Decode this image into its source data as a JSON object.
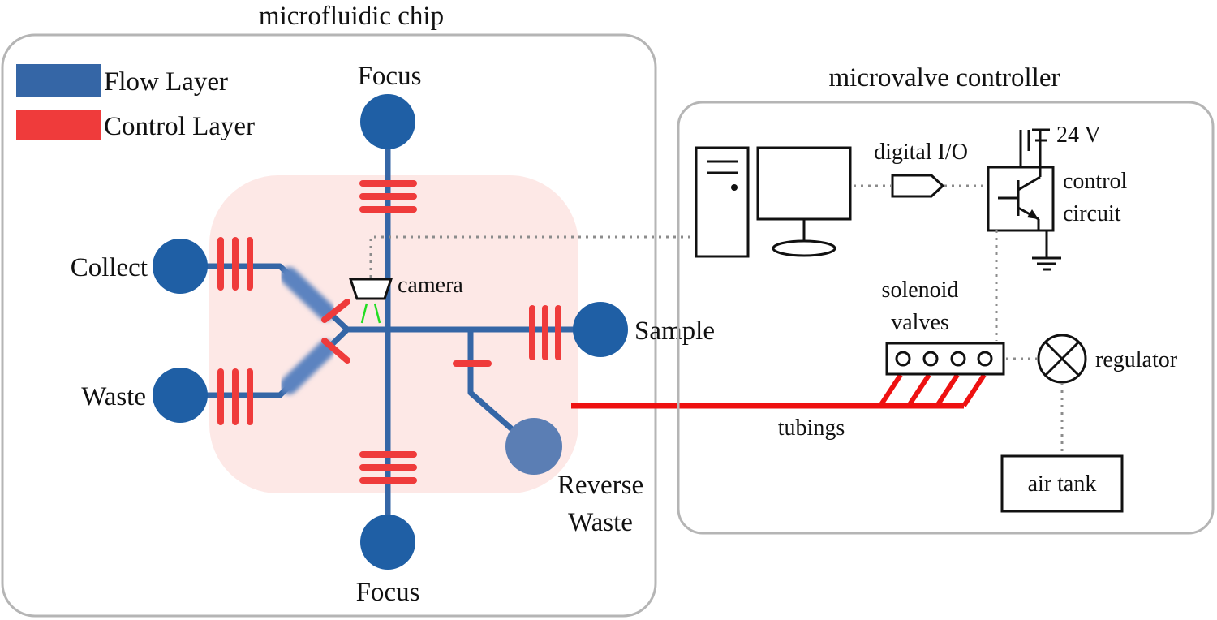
{
  "chip": {
    "title": "microfluidic chip",
    "legend": {
      "flow": "Flow Layer",
      "control": "Control Layer"
    },
    "ports": {
      "focus_top": "Focus",
      "focus_bottom": "Focus",
      "collect": "Collect",
      "waste": "Waste",
      "sample": "Sample",
      "reverse_waste_1": "Reverse",
      "reverse_waste_2": "Waste"
    },
    "camera": "camera"
  },
  "controller": {
    "title": "microvalve controller",
    "digital_io": "digital I/O",
    "voltage": "24 V",
    "control_circuit_1": "control",
    "control_circuit_2": "circuit",
    "solenoid_1": "solenoid",
    "solenoid_2": "valves",
    "regulator": "regulator",
    "air_tank": "air tank",
    "tubings": "tubings"
  },
  "colors": {
    "flow": "#3566a6",
    "control": "#ef3b3b",
    "zone": "#fde8e6",
    "frame": "#b5b5b5",
    "camera_beam": "#22dd22"
  }
}
